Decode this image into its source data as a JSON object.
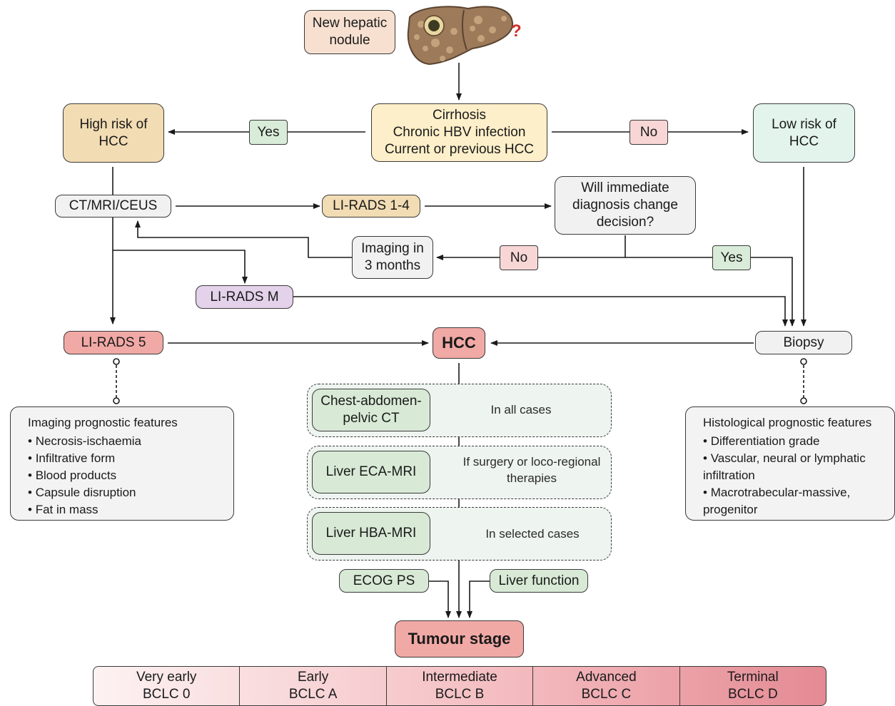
{
  "top": {
    "new_nodule": "New hepatic nodule",
    "question_mark": "?",
    "liver_icon": "liver-icon"
  },
  "criteria": {
    "line1": "Cirrhosis",
    "line2": "Chronic HBV infection",
    "line3": "Current or previous HCC"
  },
  "high_risk": "High risk of HCC",
  "low_risk": "Low risk of HCC",
  "yes_label": "Yes",
  "no_label": "No",
  "imaging": "CT/MRI/CEUS",
  "lirads_14": "LI-RADS 1-4",
  "will_change": "Will immediate diagnosis change decision?",
  "no2_label": "No",
  "yes2_label": "Yes",
  "imaging_3m": "Imaging in 3 months",
  "lirads_m": "LI-RADS M",
  "lirads_5": "LI-RADS 5",
  "hcc": "HCC",
  "biopsy": "Biopsy",
  "imaging_features": {
    "title": "Imaging prognostic features",
    "items": [
      "Necrosis-ischaemia",
      "Infiltrative form",
      "Blood products",
      "Capsule disruption",
      "Fat in mass"
    ]
  },
  "histo_features": {
    "title": "Histological prognostic features",
    "items": [
      "Differentiation grade",
      "Vascular, neural or lymphatic infiltration",
      "Macrotrabecular-massive, progenitor"
    ]
  },
  "staging_tests": [
    {
      "test": "Chest-abdomen-pelvic CT",
      "when": "In all cases"
    },
    {
      "test": "Liver ECA-MRI",
      "when": "If surgery or loco-regional therapies"
    },
    {
      "test": "Liver HBA-MRI",
      "when": "In selected cases"
    }
  ],
  "ecog": "ECOG PS",
  "liver_function": "Liver function",
  "tumour_stage": "Tumour stage",
  "stages": [
    {
      "name": "Very early",
      "code": "BCLC 0"
    },
    {
      "name": "Early",
      "code": "BCLC A"
    },
    {
      "name": "Intermediate",
      "code": "BCLC B"
    },
    {
      "name": "Advanced",
      "code": "BCLC C"
    },
    {
      "name": "Terminal",
      "code": "BCLC D"
    }
  ],
  "colors": {
    "red_box": "#f1a9a5",
    "green_box": "#d8ead6",
    "question": "#d0302a"
  }
}
